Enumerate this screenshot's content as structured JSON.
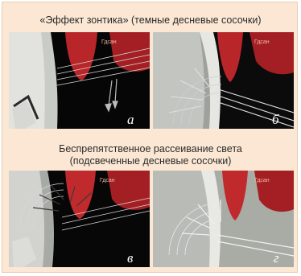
{
  "captions": {
    "top": "«Эффект зонтика» (темные десневые сосочки)",
    "middle_line1": "Беспрепятственное рассеивание света",
    "middle_line2": "(подсвеченные десневые сосочки)"
  },
  "panels": [
    {
      "label": "а",
      "gum_text": "Гдсан",
      "mode": "umbrella",
      "bg": "#060606"
    },
    {
      "label": "б",
      "gum_text": "Гдсан",
      "mode": "umbrella",
      "bg": "#0b0b0b"
    },
    {
      "label": "в",
      "gum_text": "Гдсан",
      "mode": "scatter",
      "bg": "#070707"
    },
    {
      "label": "г",
      "gum_text": "Гдсан",
      "mode": "scatter",
      "bg": "#a9aba5"
    }
  ],
  "colors": {
    "background": "#fbe7d3",
    "gum": "#b8262a",
    "tooth": "#d8d9d4",
    "rays": "#d6d6d6"
  }
}
